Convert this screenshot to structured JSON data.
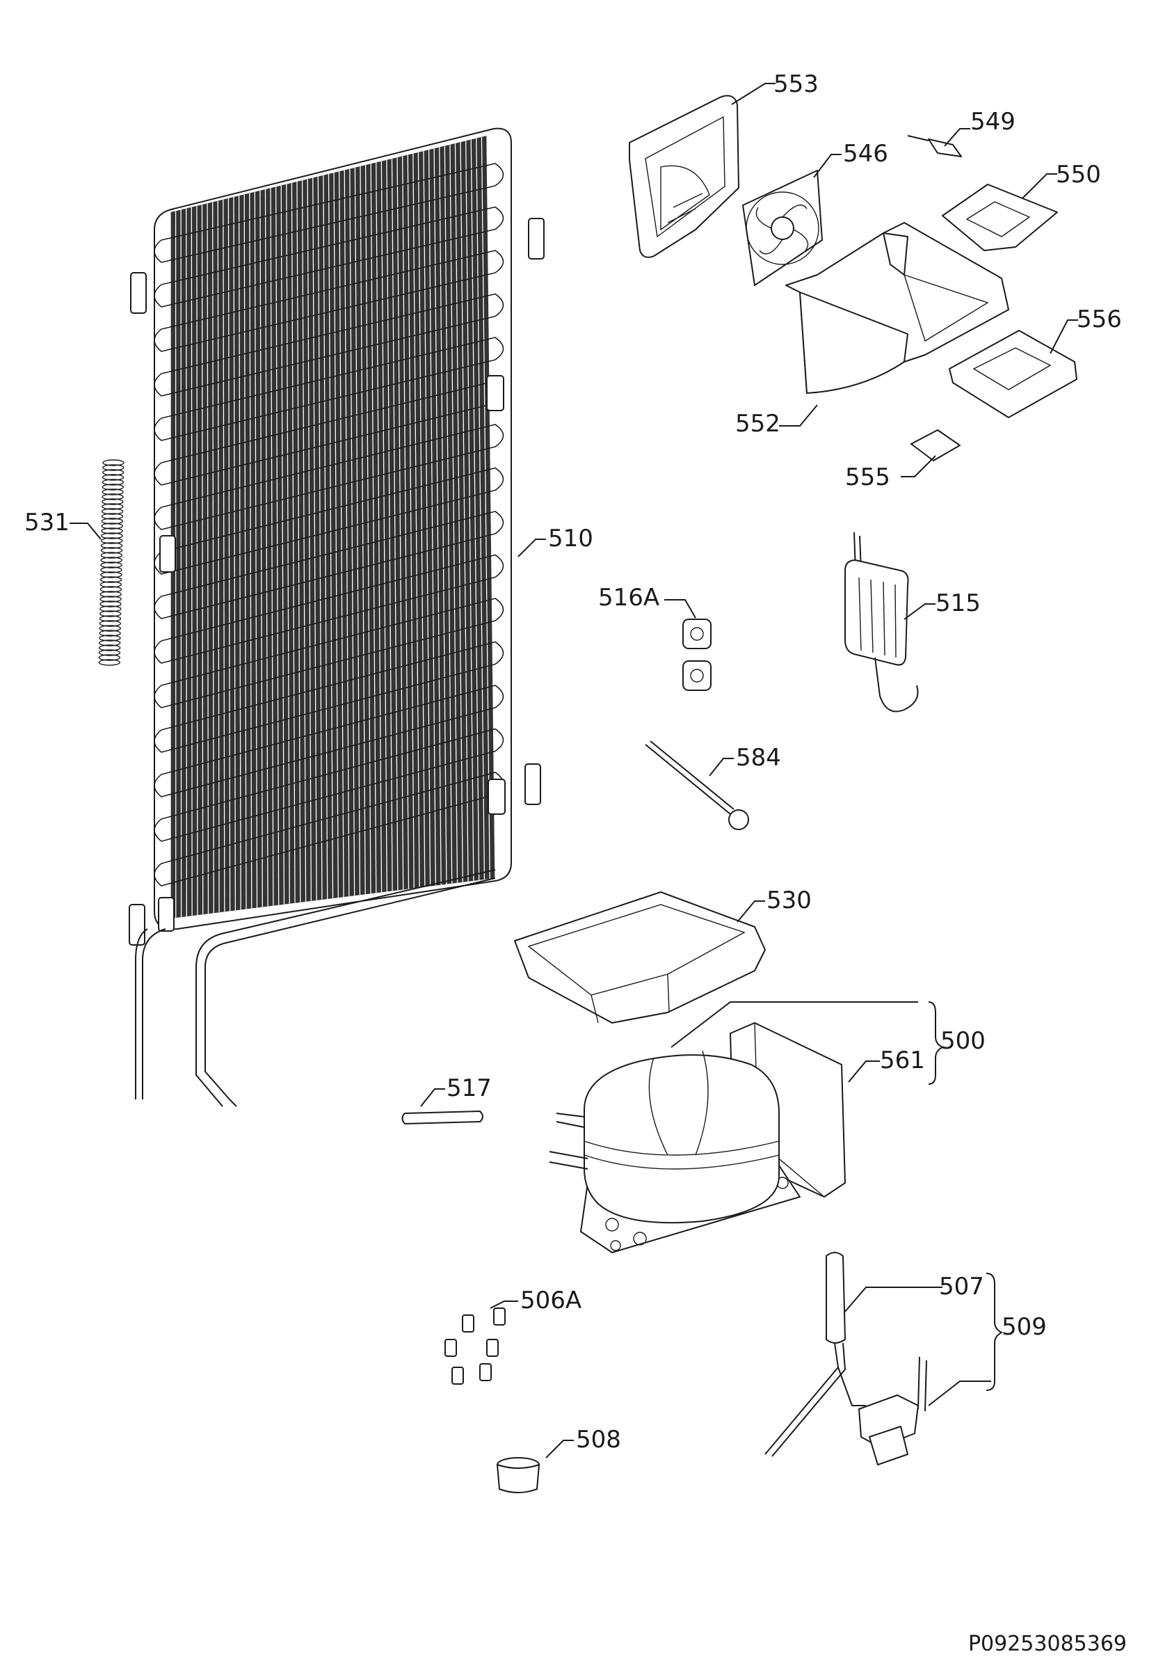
{
  "diagram": {
    "reference": "P09253085369",
    "callouts": [
      {
        "id": "553",
        "text": "553"
      },
      {
        "id": "549",
        "text": "549"
      },
      {
        "id": "546",
        "text": "546"
      },
      {
        "id": "550",
        "text": "550"
      },
      {
        "id": "556",
        "text": "556"
      },
      {
        "id": "552",
        "text": "552"
      },
      {
        "id": "555",
        "text": "555"
      },
      {
        "id": "531",
        "text": "531"
      },
      {
        "id": "510",
        "text": "510"
      },
      {
        "id": "516A",
        "text": "516A"
      },
      {
        "id": "515",
        "text": "515"
      },
      {
        "id": "584",
        "text": "584"
      },
      {
        "id": "530",
        "text": "530"
      },
      {
        "id": "500",
        "text": "500"
      },
      {
        "id": "561",
        "text": "561"
      },
      {
        "id": "517",
        "text": "517"
      },
      {
        "id": "506A",
        "text": "506A"
      },
      {
        "id": "507",
        "text": "507"
      },
      {
        "id": "509",
        "text": "509"
      },
      {
        "id": "508",
        "text": "508"
      }
    ]
  }
}
